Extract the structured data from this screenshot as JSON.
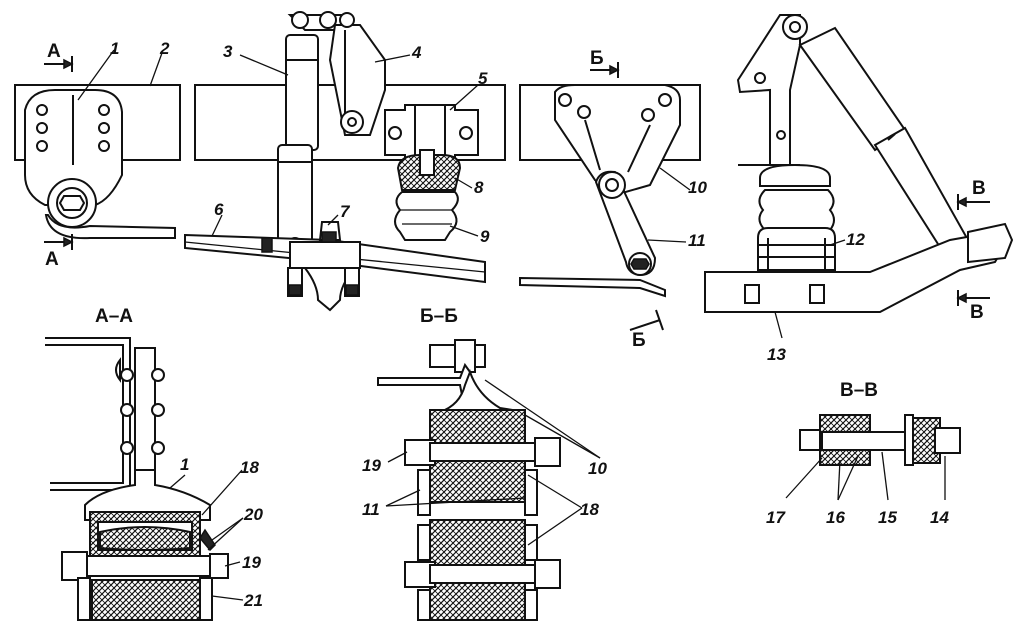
{
  "callouts": {
    "n1": "1",
    "n2": "2",
    "n3": "3",
    "n4": "4",
    "n5": "5",
    "n6": "6",
    "n7": "7",
    "n8": "8",
    "n9": "9",
    "n10": "10",
    "n11": "11",
    "n12": "12",
    "n13": "13",
    "n14": "14",
    "n15": "15",
    "n16": "16",
    "n17": "17",
    "n18": "18",
    "n19": "19",
    "n20": "20",
    "n21": "21"
  },
  "section_marks": {
    "a": "А",
    "b": "Б",
    "v": "В"
  },
  "section_titles": {
    "aa": "А–А",
    "bb": "Б–Б",
    "vv": "В–В"
  }
}
